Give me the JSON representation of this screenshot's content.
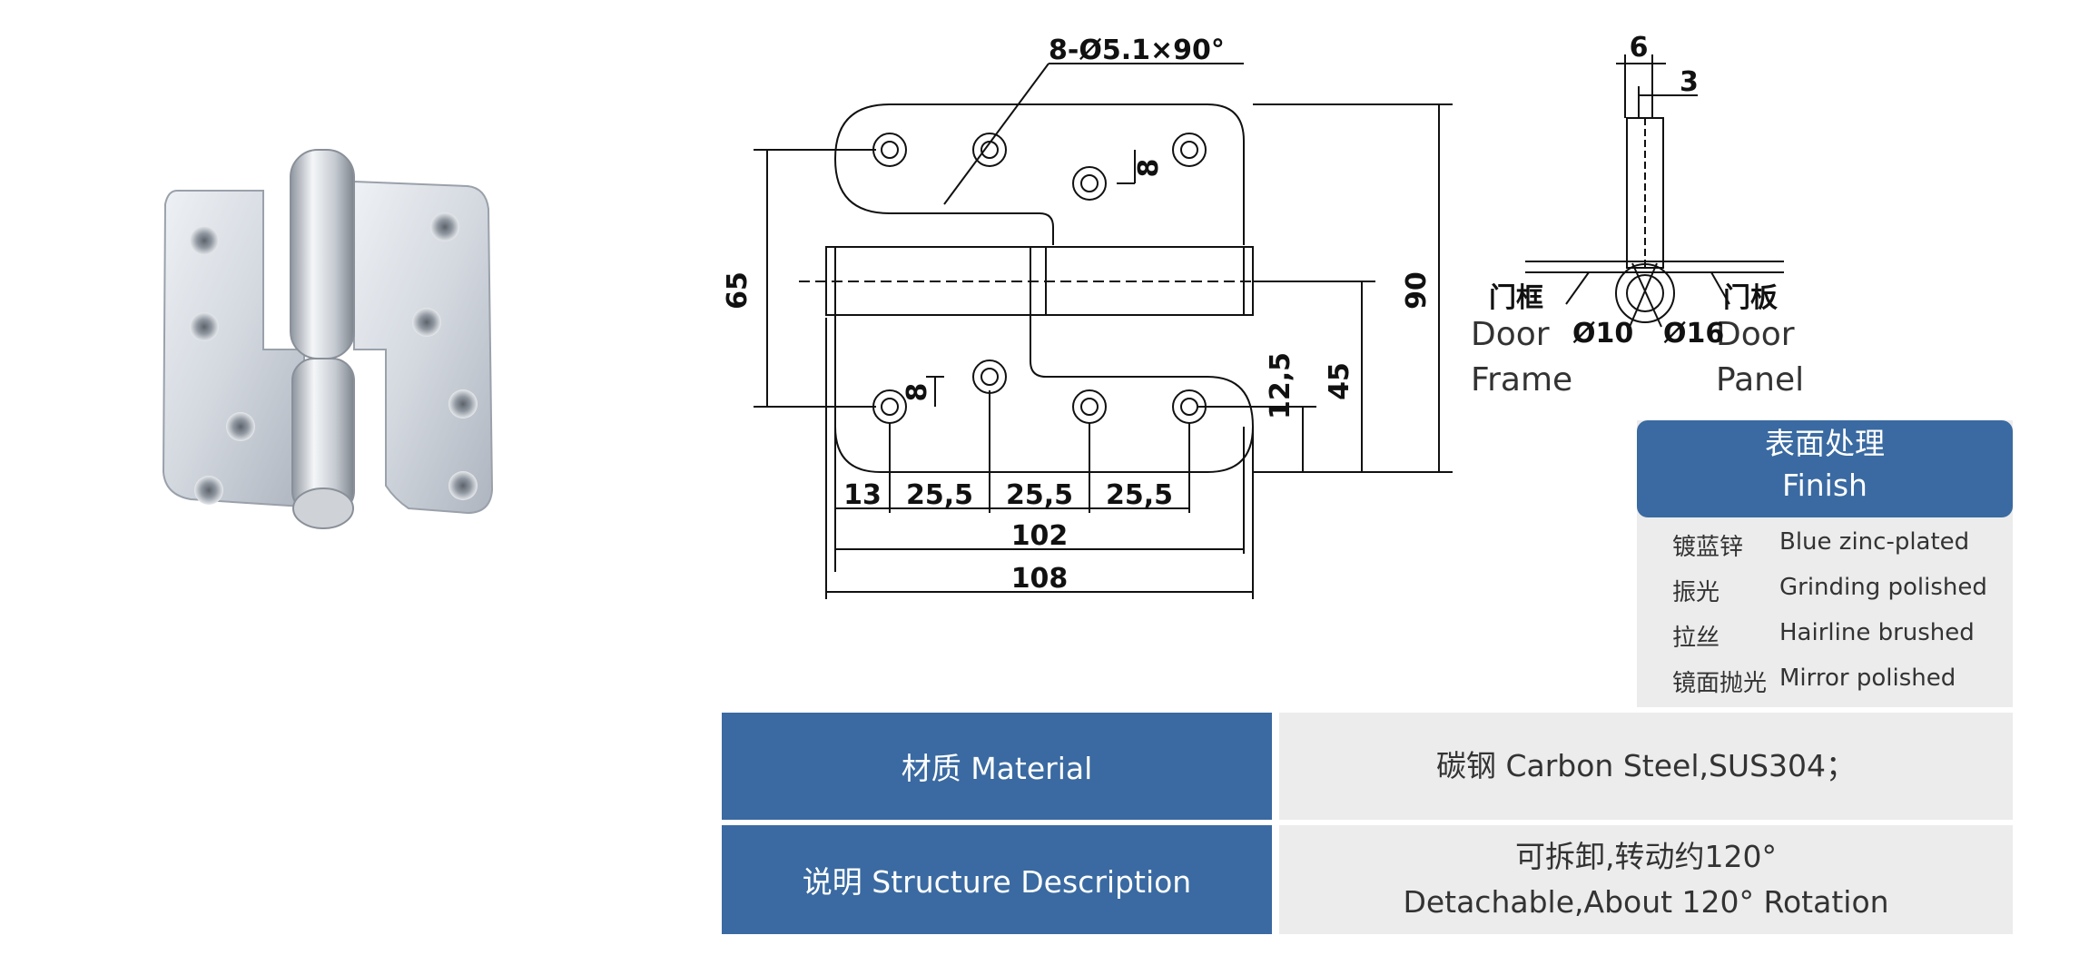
{
  "drawing": {
    "front": {
      "hole_spec": "8-Ø5.1×90°",
      "dim_65": "65",
      "dim_90": "90",
      "dim_45": "45",
      "dim_12_5": "12,5",
      "dim_8_top": "8",
      "dim_8_bottom": "8",
      "spacing_13": "13",
      "spacing_25_5_a": "25,5",
      "spacing_25_5_b": "25,5",
      "spacing_25_5_c": "25,5",
      "width_102": "102",
      "width_108": "108"
    },
    "side": {
      "dim_6": "6",
      "dim_3": "3",
      "door_frame_cn": "门框",
      "door_frame_en_line1": "Door",
      "door_frame_en_line2": "Frame",
      "door_panel_cn": "门板",
      "door_panel_en_line1": "Door",
      "door_panel_en_line2": "Panel",
      "dia_10": "Ø10",
      "dia_16": "Ø16"
    }
  },
  "finish": {
    "title_cn": "表面处理",
    "title_en": "Finish",
    "rows": [
      {
        "cn": "镀蓝锌",
        "en": "Blue zinc-plated"
      },
      {
        "cn": "振光",
        "en": "Grinding polished"
      },
      {
        "cn": "拉丝",
        "en": "Hairline brushed"
      },
      {
        "cn": "镜面抛光",
        "en": "Mirror polished"
      }
    ]
  },
  "specs": {
    "material_label": "材质 Material",
    "material_value": "碳钢   Carbon Steel,SUS304；",
    "structure_label": "说明 Structure Description",
    "structure_value_line1": "可拆卸,转动约120°",
    "structure_value_line2": "Detachable,About 120° Rotation"
  },
  "colors": {
    "accent_blue": "#3a6aa1",
    "panel_gray": "#ececec",
    "metal_light": "#dfe3e8",
    "metal_mid": "#b9bfc7"
  }
}
